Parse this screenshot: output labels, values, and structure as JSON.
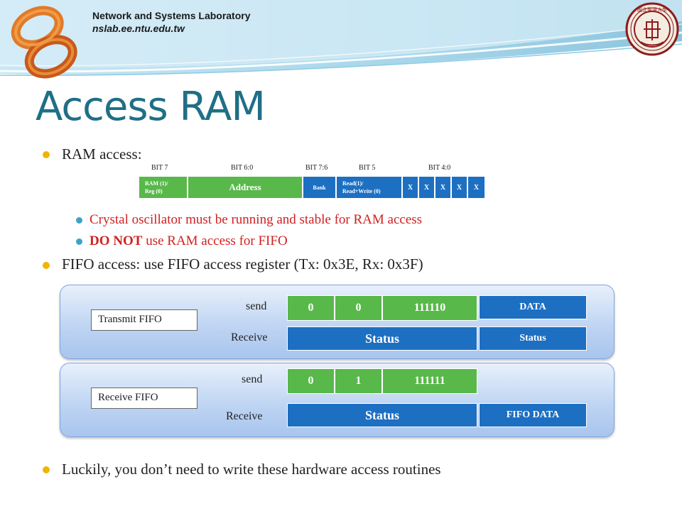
{
  "header": {
    "lab_name": "Network and Systems Laboratory",
    "lab_url": "nslab.ee.ntu.edu.tw",
    "seal_text": "國立臺灣大學"
  },
  "slide": {
    "title": "Access RAM",
    "bullets": {
      "ram_access": "RAM access:",
      "crystal": "Crystal oscillator must be running and stable for RAM access",
      "do_not_bold": "DO NOT",
      "do_not_rest": " use RAM access for FIFO",
      "fifo_access": "FIFO access: use FIFO access register (Tx: 0x3E, Rx: 0x3F)",
      "luckily": "Luckily, you don’t need to write these hardware access routines"
    }
  },
  "register": {
    "bit_labels": [
      "BIT 7",
      "BIT 6:0",
      "BIT 7:6",
      "BIT 5",
      "BIT 4:0"
    ],
    "ram_reg_line1": "RAM (1)/",
    "ram_reg_line2": "Reg (0)",
    "address": "Address",
    "bank": "Bank",
    "rw_line1": "Read(1)/",
    "rw_line2": "Read+Write (0)",
    "x_bits": [
      "X",
      "X",
      "X",
      "X",
      "X"
    ]
  },
  "transmit": {
    "label": "Transmit FIFO",
    "send_label": "send",
    "receive_label": "Receive",
    "send_bits": [
      "0",
      "0",
      "111110"
    ],
    "send_data": "DATA",
    "receive_status": "Status",
    "receive_right": "Status"
  },
  "receive": {
    "label": "Receive FIFO",
    "send_label": "send",
    "receive_label": "Receive",
    "send_bits": [
      "0",
      "1",
      "111111"
    ],
    "receive_status": "Status",
    "receive_right": "FIFO DATA"
  },
  "colors": {
    "title": "#1f6f86",
    "bullet_main": "#f0b400",
    "bullet_sub": "#3ba3c8",
    "warning_text": "#d02020",
    "green_cell": "#58b84a",
    "blue_cell": "#1d6fc2"
  }
}
